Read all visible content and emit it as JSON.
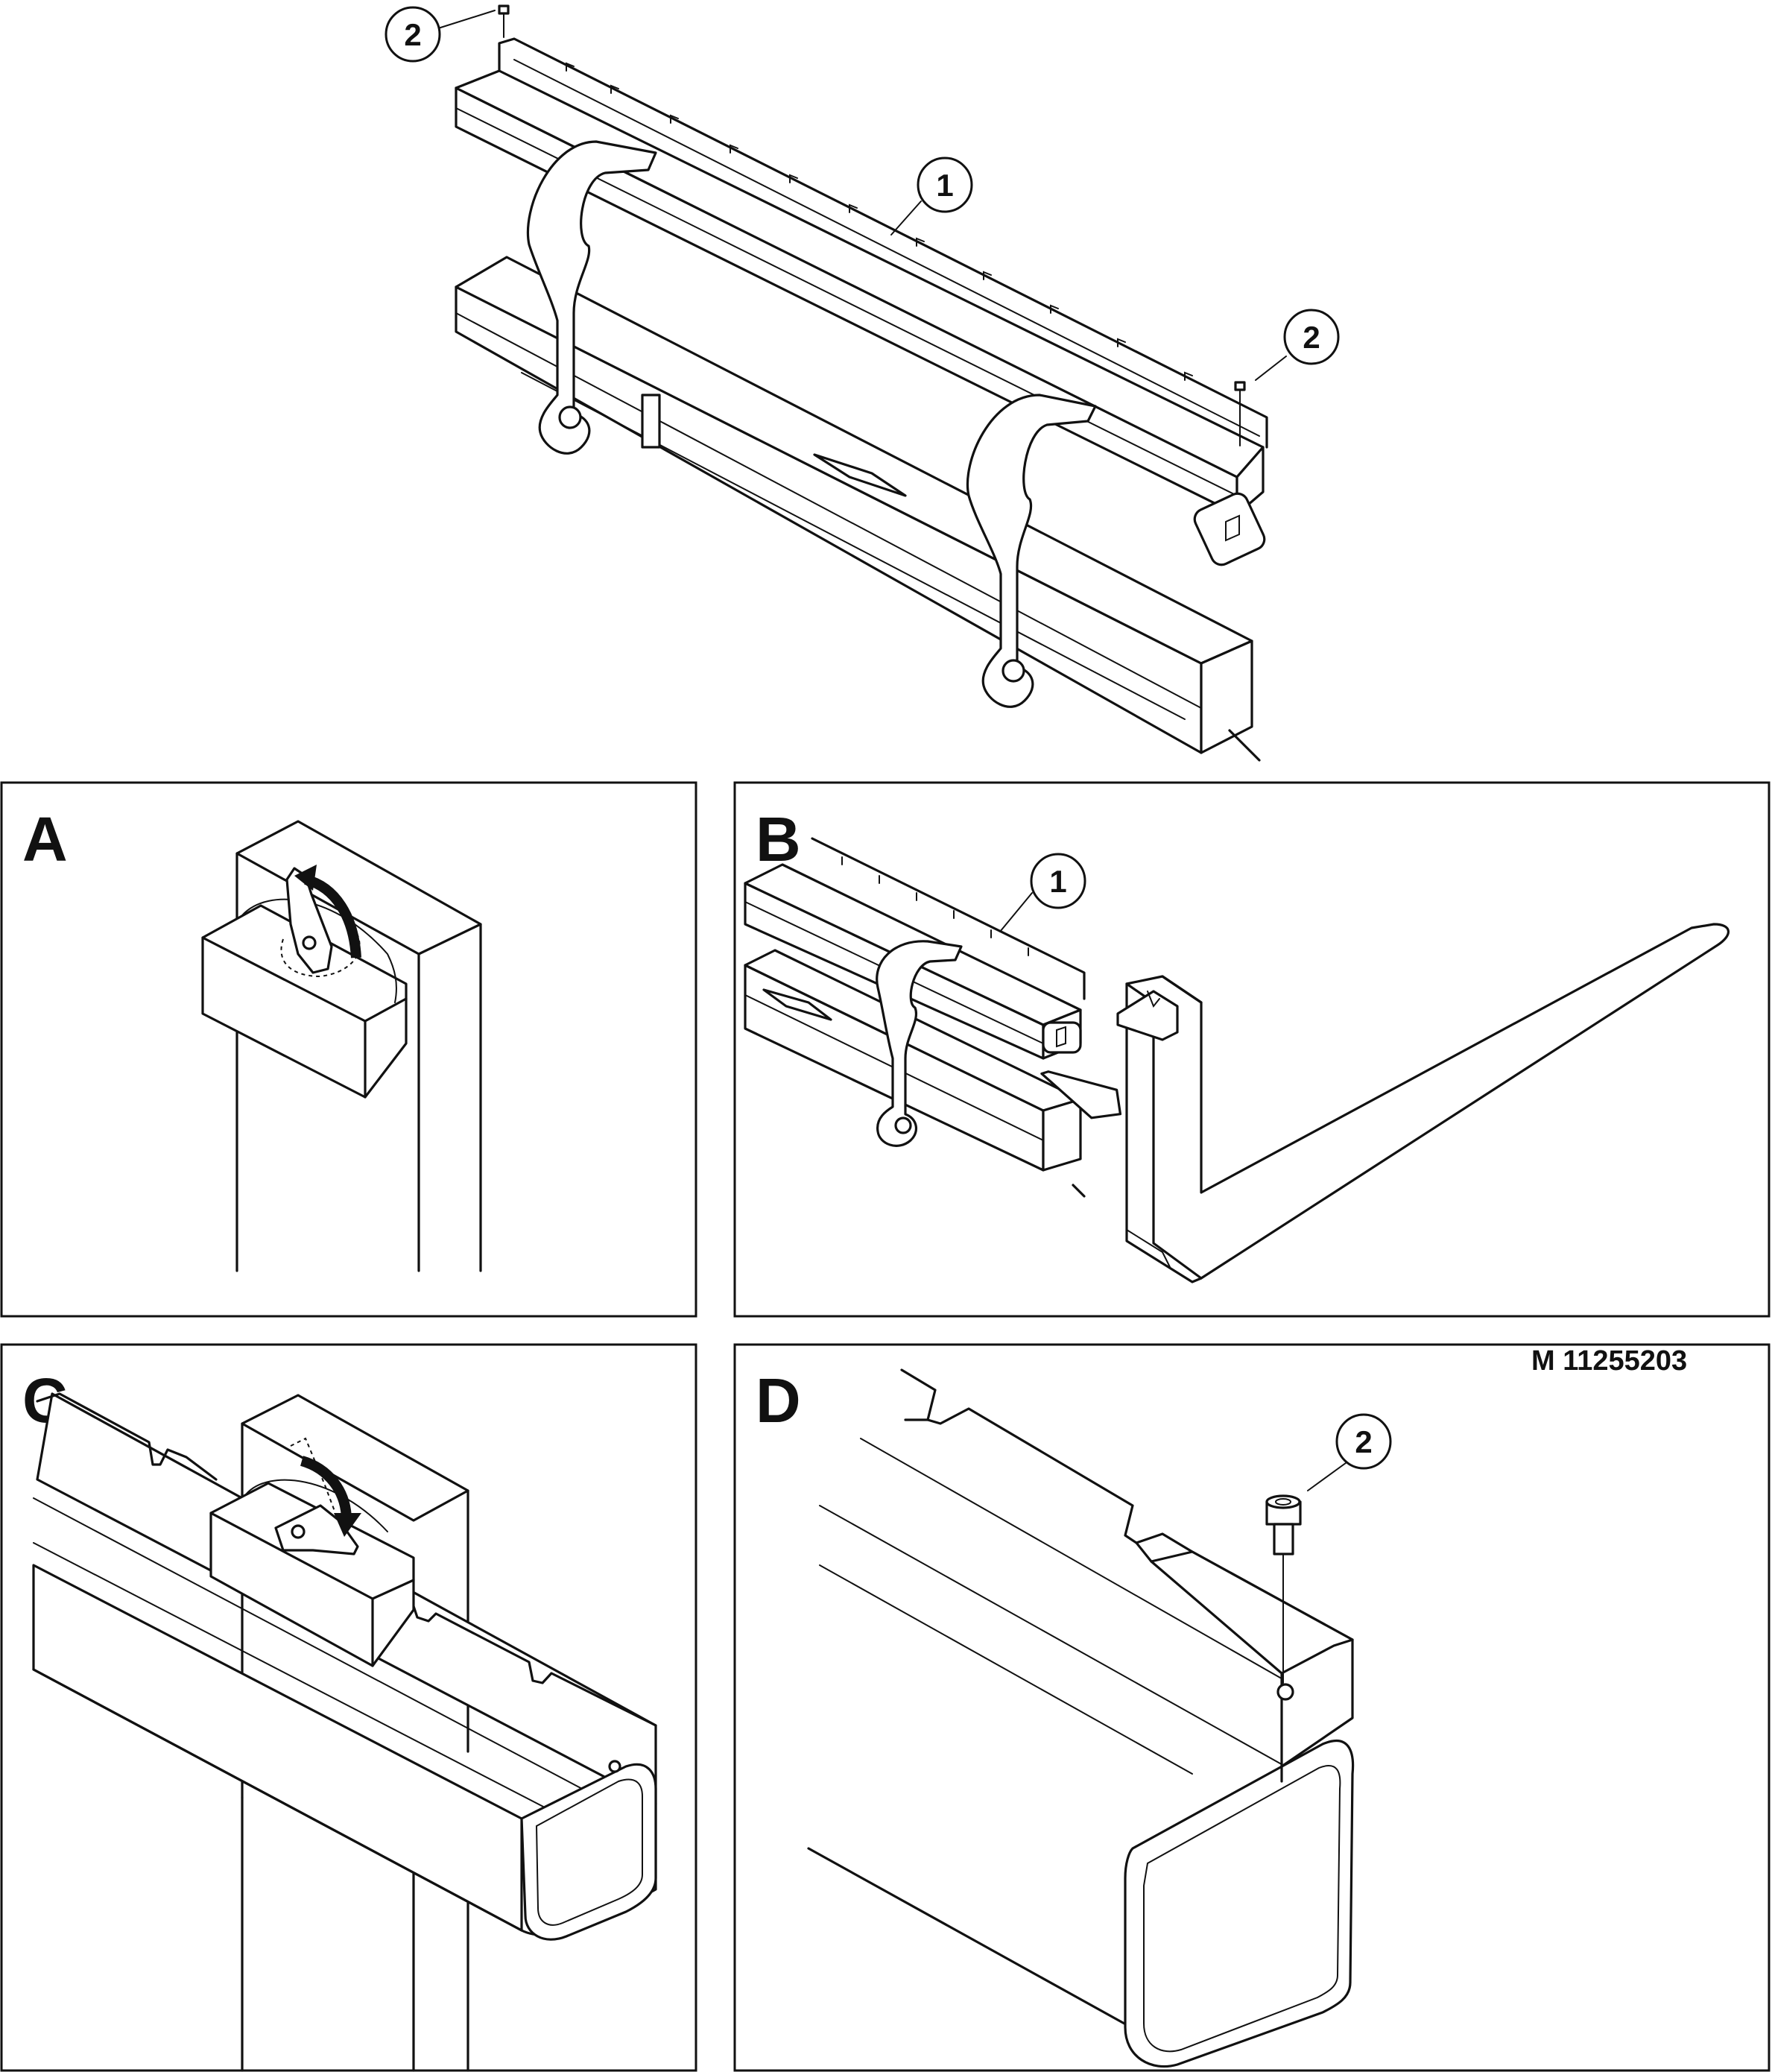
{
  "figure_ref": "M 11255203",
  "panels": [
    {
      "letter": "A"
    },
    {
      "letter": "B"
    },
    {
      "letter": "C"
    },
    {
      "letter": "D"
    }
  ],
  "callouts": {
    "part_1": "1",
    "part_2": "2"
  }
}
